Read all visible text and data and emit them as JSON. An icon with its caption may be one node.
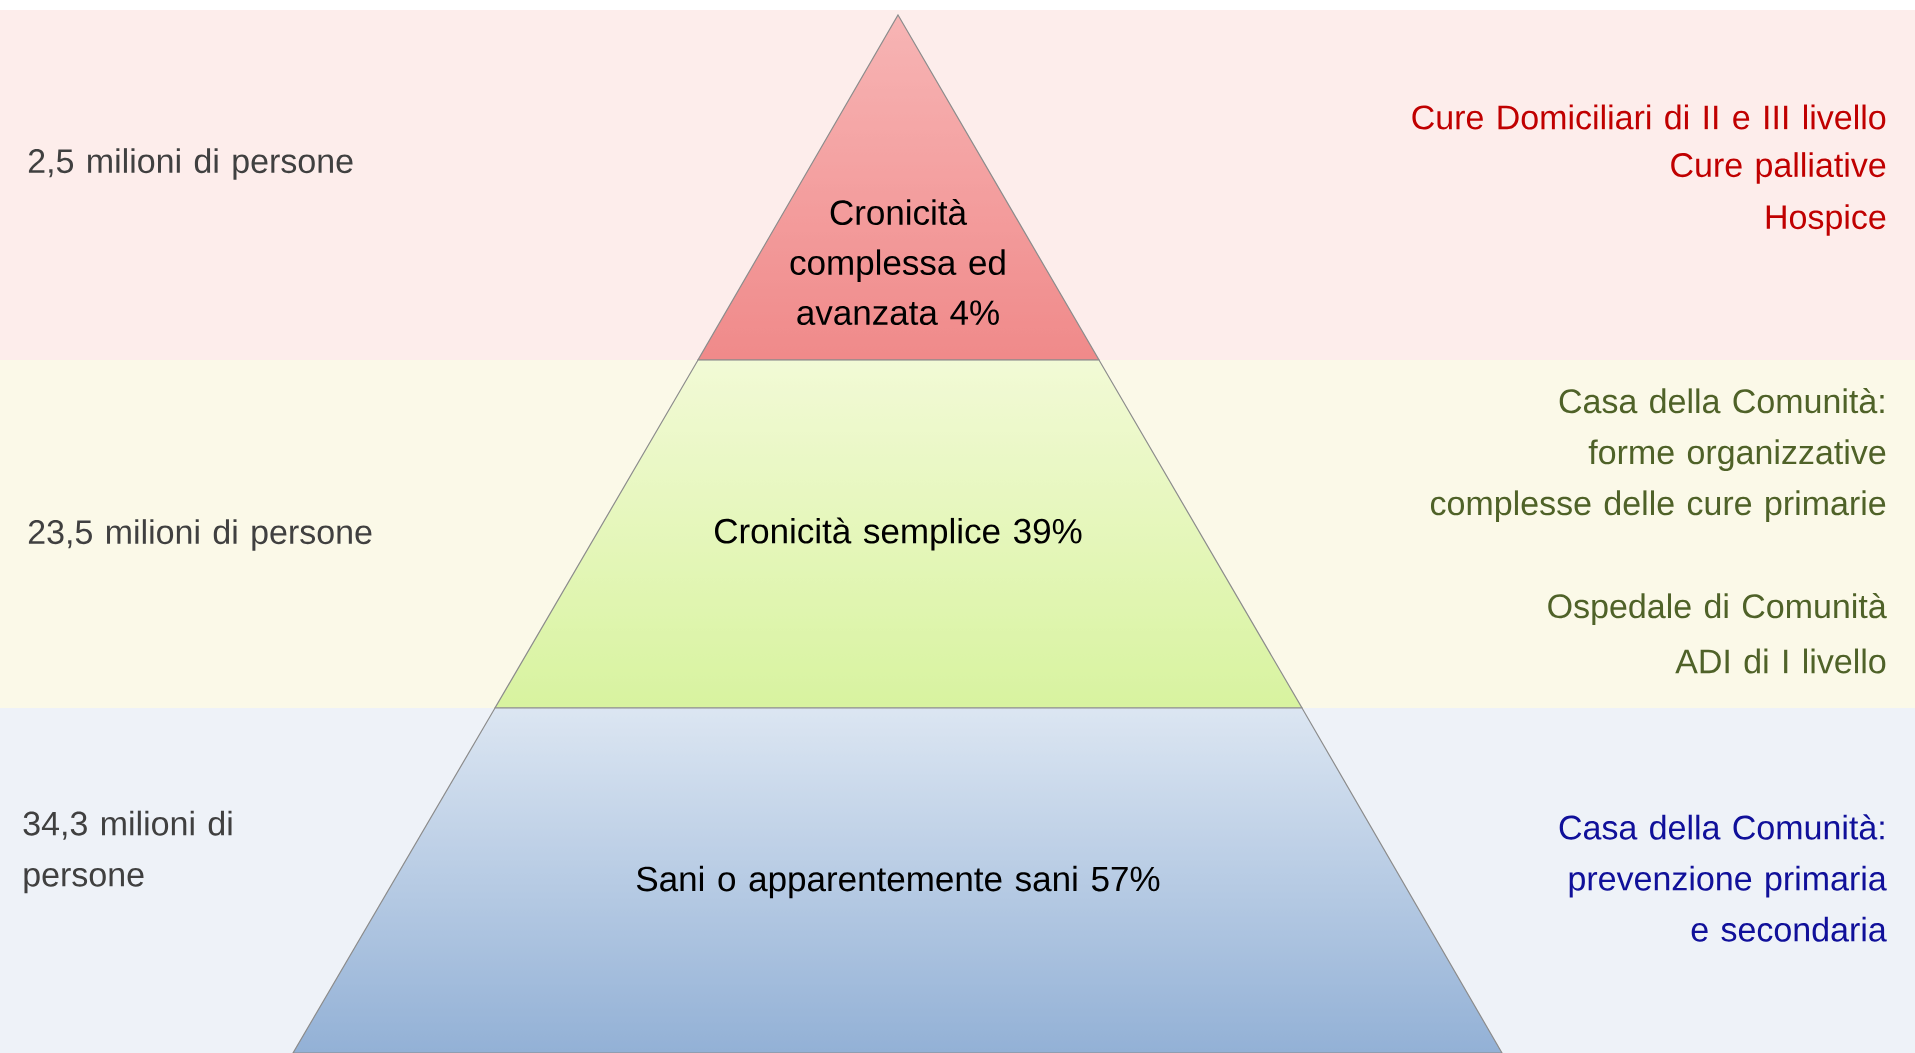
{
  "diagram": {
    "nodes": [
      {
        "text": [
          "Cronicità complessa ed avanzata 4%"
        ]
      },
      {
        "text": [
          "Cronicità semplice 39%"
        ]
      },
      {
        "text": [
          "Sani o apparentemente sani 57%"
        ]
      }
    ],
    "labels": [
      "2,5 milioni di persone",
      "Cure Domiciliari di II e III livello",
      "Cure palliative",
      "Hospice",
      "23,5 milioni di persone",
      "Casa della Comunità: forme organizzative complesse delle cure primarie",
      "Ospedale di Comunità",
      "ADI di I livello",
      "34,3 milioni di persone",
      "Casa della Comunità: prevenzione primaria e secondaria"
    ]
  }
}
